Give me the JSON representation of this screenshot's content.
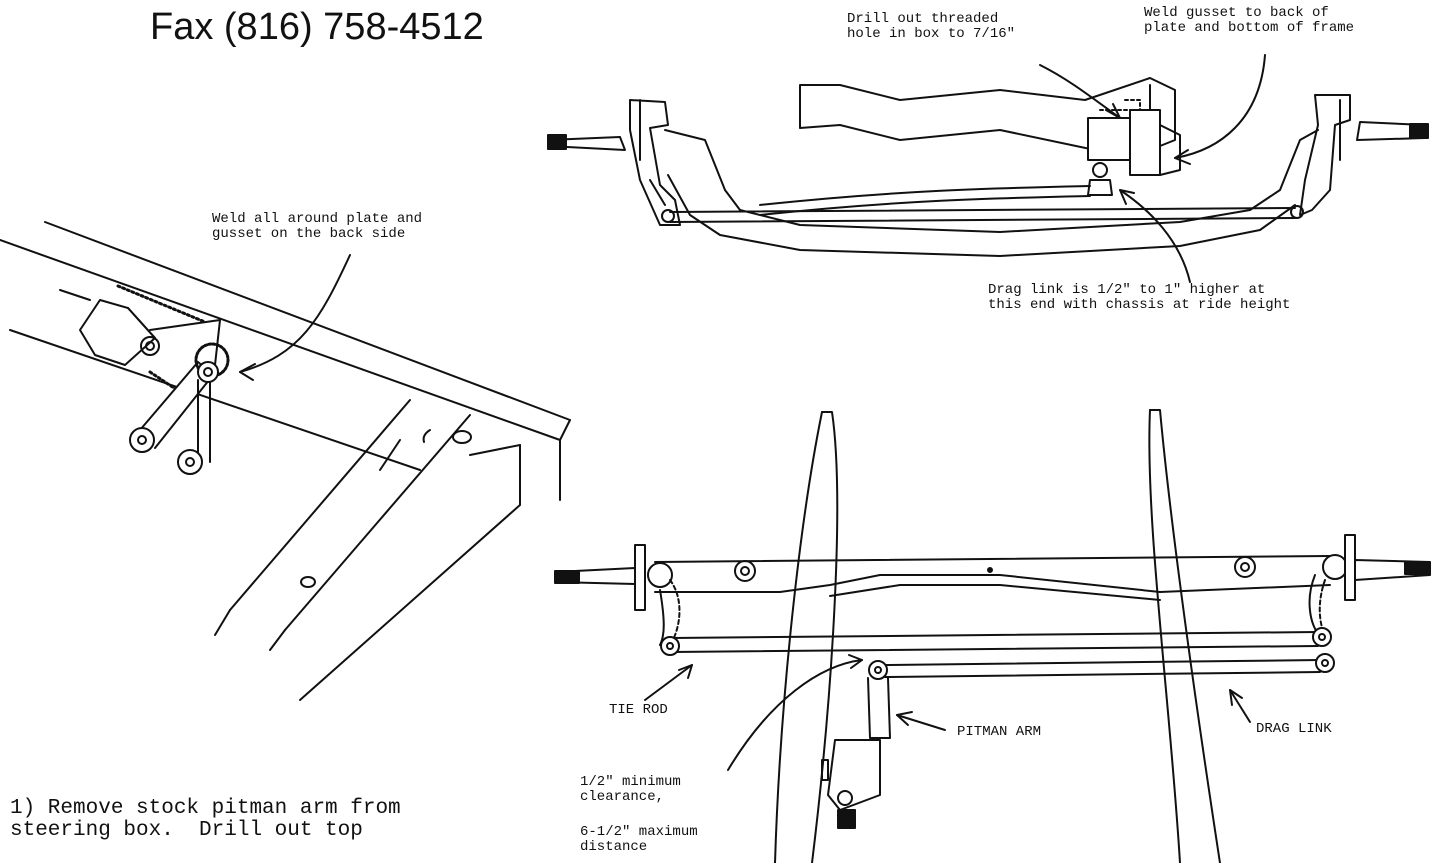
{
  "header": {
    "fax": "Fax (816) 758-4512"
  },
  "callouts": {
    "drill_hole": "Drill out threaded\nhole in box to 7/16\"",
    "weld_gusset": "Weld gusset to back of\nplate and bottom of frame",
    "weld_all_around": "Weld all around plate and\ngusset on the back side",
    "drag_link_height": "Drag link is 1/2\" to 1\" higher at\nthis end with chassis at ride height"
  },
  "plan_labels": {
    "tie_rod": "TIE ROD",
    "pitman_arm": "PITMAN ARM",
    "drag_link": "DRAG LINK",
    "min_clearance": "1/2\" minimum\nclearance,",
    "max_distance": "6-1/2\" maximum\ndistance"
  },
  "instructions": {
    "step1": "1) Remove stock pitman arm from\nsteering box.  Drill out top"
  }
}
